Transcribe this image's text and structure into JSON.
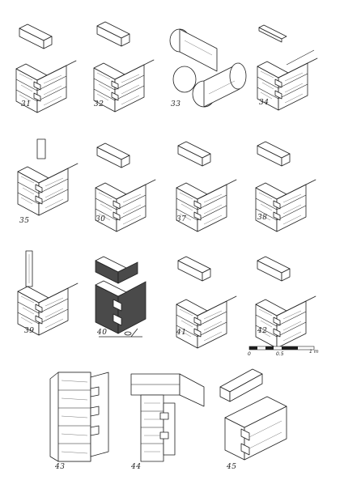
{
  "figures": [
    {
      "id": "31",
      "label": "31"
    },
    {
      "id": "32",
      "label": "32"
    },
    {
      "id": "33",
      "label": "33"
    },
    {
      "id": "34",
      "label": "34"
    },
    {
      "id": "35",
      "label": "35"
    },
    {
      "id": "36",
      "label": "30"
    },
    {
      "id": "37",
      "label": "37"
    },
    {
      "id": "38",
      "label": "38"
    },
    {
      "id": "39",
      "label": "39"
    },
    {
      "id": "40",
      "label": "40"
    },
    {
      "id": "41",
      "label": "41"
    },
    {
      "id": "42",
      "label": "42"
    },
    {
      "id": "43",
      "label": "43"
    },
    {
      "id": "44",
      "label": "44"
    },
    {
      "id": "45",
      "label": "45"
    }
  ],
  "scale_bar": {
    "start": "0",
    "mid": "0.5",
    "end": "1 m"
  }
}
